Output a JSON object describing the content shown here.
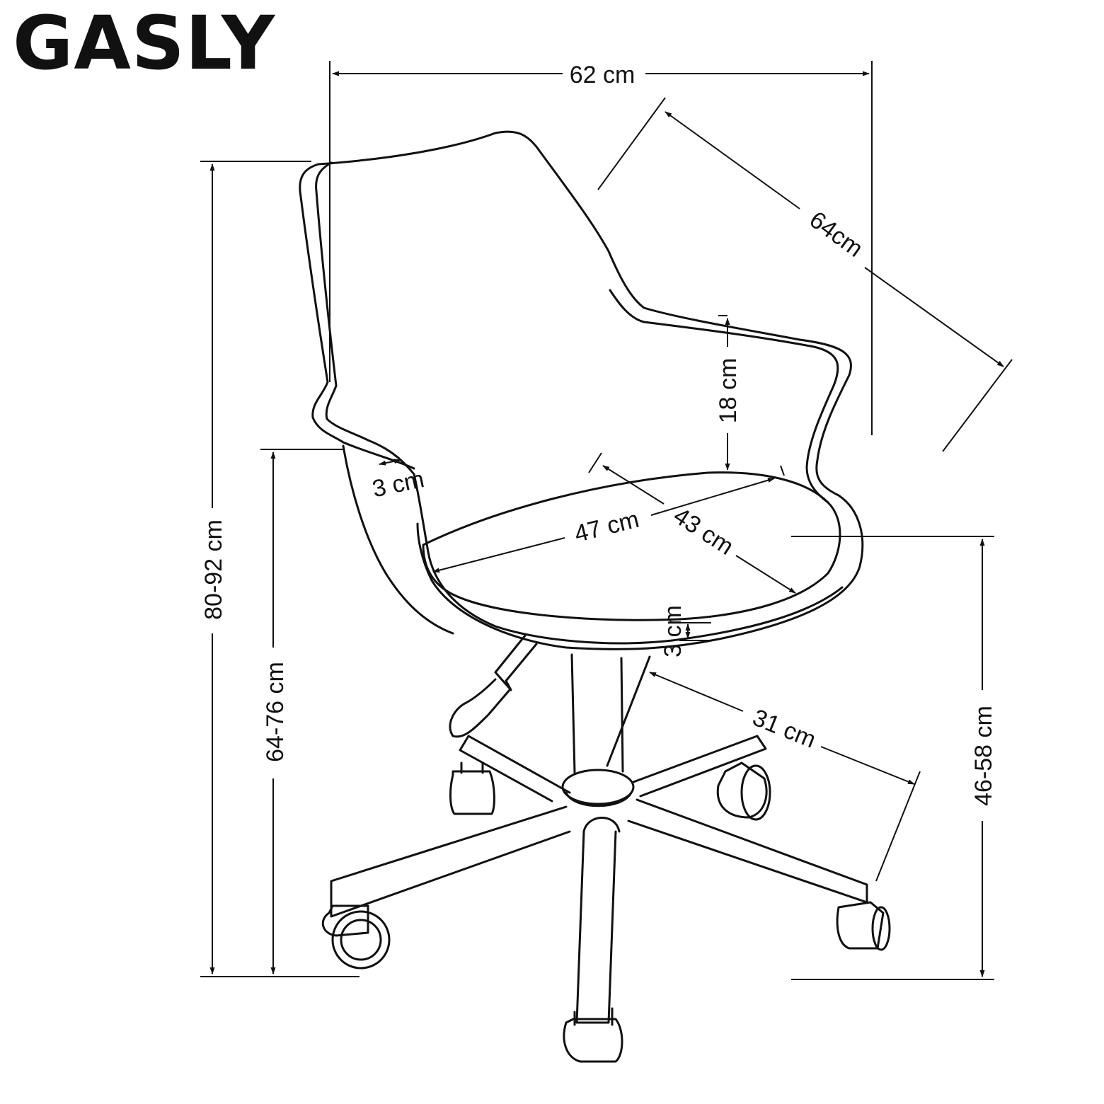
{
  "product": {
    "name": "GASLY"
  },
  "dimensions": {
    "overall_width": "62 cm",
    "diagonal_depth": "64cm",
    "armrest_height": "18 cm",
    "backrest_thickness": "3 cm",
    "seat_width": "47 cm",
    "seat_depth": "43 cm",
    "seat_thickness": "3 cm",
    "base_radius": "31 cm",
    "total_height": "80-92 cm",
    "armrest_floor_height": "64-76 cm",
    "seat_height": "46-58 cm"
  },
  "colors": {
    "line": "#111111",
    "background": "#ffffff"
  }
}
